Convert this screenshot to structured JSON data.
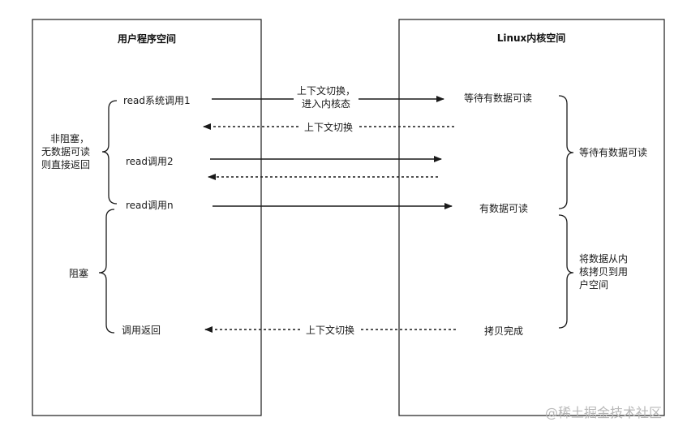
{
  "user_space": {
    "title": "用户程序空间",
    "read_sys_call": "read系统调用1",
    "read_call_2": "read调用2",
    "read_call_n": "read调用n",
    "call_return": "调用返回",
    "nonblocking": [
      "非阻塞，",
      "无数据可读",
      "则直接返回"
    ],
    "blocking": "阻塞"
  },
  "kernel_space": {
    "title": "Linux内核空间",
    "wait_data_1": "等待有数据可读",
    "has_data": "有数据可读",
    "copy_done": "拷贝完成",
    "wait_brace_label": "等待有数据可读",
    "copy_brace_label": [
      "将数据从内",
      "核拷贝到用",
      "户空间"
    ]
  },
  "arrows": {
    "context_switch_enter": [
      "上下文切换，",
      "进入内核态"
    ],
    "context_switch_1": "上下文切换",
    "context_switch_2": "上下文切换"
  },
  "watermark": "@稀土掘金技术社区"
}
